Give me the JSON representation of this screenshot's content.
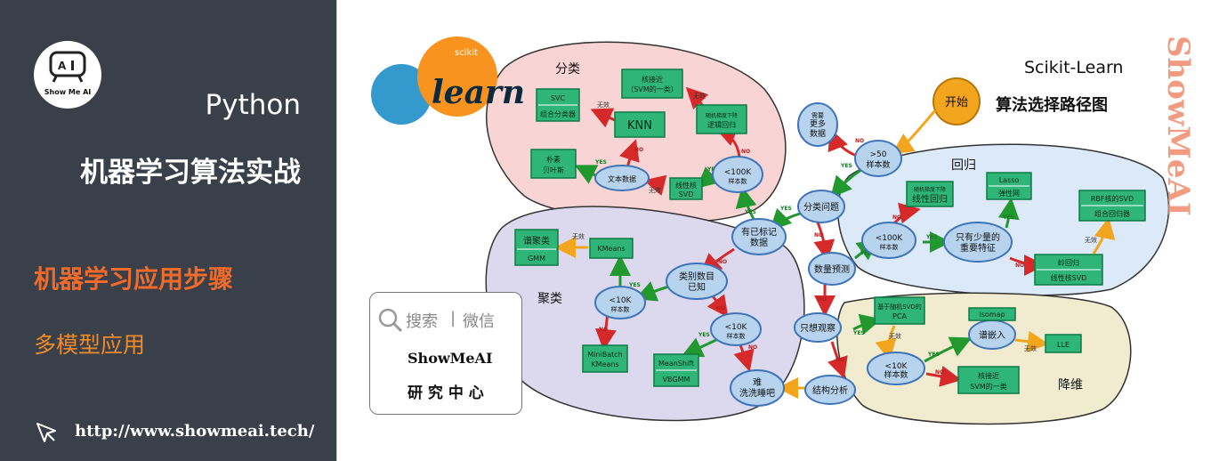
{
  "sidebar": {
    "logo_text": "Show Me AI",
    "title_en": "Python",
    "title_cn": "机器学习算法实战",
    "section": "机器学习应用步骤",
    "subsection": "多模型应用",
    "url": "http://www.showmeai.tech/"
  },
  "diagram": {
    "sklearn_logo": {
      "top": "scikit",
      "main": "learn"
    },
    "header": {
      "brand": "Scikit-Learn",
      "subtitle": "算法选择路径图"
    },
    "watermark": "ShowMeAI",
    "regions": {
      "classification": "分类",
      "clustering": "聚类",
      "regression": "回归",
      "reduction": "降维"
    },
    "nodes": {
      "start": "开始",
      "gt50": [
        ">50",
        "样本数"
      ],
      "more_data": [
        "需要",
        "更多",
        "数据"
      ],
      "cls_problem": "分类问题",
      "labeled": [
        "有已标记",
        "数据"
      ],
      "qty_predict": "数量预测",
      "observe": "只想观察",
      "structure": "结构分析",
      "tough": [
        "难",
        "洗洗睡吧"
      ],
      "cls_lt100k": [
        "<100K",
        "样本数"
      ],
      "text_data": "文本数据",
      "cats_known": [
        "类别数目",
        "已知"
      ],
      "clu_lt10k_a": [
        "<10K",
        "样本数"
      ],
      "clu_lt10k_b": [
        "<10K",
        "样本数"
      ],
      "reg_lt100k": [
        "<100K",
        "样本数"
      ],
      "few_feat": [
        "只有少量的",
        "重要特征"
      ],
      "red_lt10k": [
        "<10K",
        "样本数"
      ],
      "isomap_q": "谱嵌入"
    },
    "boxes": {
      "knn": "KNN",
      "svc": "SVC",
      "ensemble_cls": "组合分类器",
      "knn_approx": [
        "核接近",
        "（SVM的一类）"
      ],
      "sgd_cls": [
        "随机梯度下降",
        "逻辑回归"
      ],
      "nb": [
        "朴素",
        "贝叶斯"
      ],
      "linsvc": [
        "线性核",
        "SVD"
      ],
      "spectral": "谱聚类",
      "gmm": "GMM",
      "kmeans": "KMeans",
      "minibatch": [
        "MiniBatch",
        "KMeans"
      ],
      "meanshift": "MeanShift",
      "vbgmm": "VBGMM",
      "sgd_reg": [
        "随机梯度下降",
        "线性回归"
      ],
      "lasso": "Lasso",
      "elastic": "弹性网",
      "rbf_svd": "RBF核的SVD",
      "ensemble_reg": "组合回归器",
      "ridge": "岭回归",
      "linsvd": "线性核SVD",
      "pca": [
        "基于随机SVD的",
        "PCA"
      ],
      "isomap": "Isomap",
      "lle": "LLE",
      "kernel_approx": [
        "核接近",
        "SVM的一类"
      ]
    },
    "edge_labels": {
      "yes": "YES",
      "no": "NO",
      "invalid": "无效"
    },
    "wechat": {
      "search": "搜索",
      "sep": "|",
      "wechat": "微信",
      "brand": "ShowMeAI",
      "center": "研 究 中 心"
    },
    "colors": {
      "cls_region": "#f9d4d4",
      "clu_region": "#dcd9ef",
      "reg_region": "#dce9f8",
      "red_region": "#f1ebcf",
      "node_fill": "#b7d3ee",
      "node_stroke": "#3f74b8",
      "box": "#2fb578",
      "box_stroke": "#0f7a45",
      "yes": "#22992f",
      "no": "#d62a2a",
      "start": "#f3a51e",
      "sidebar_accent": "#f06a2a"
    }
  }
}
